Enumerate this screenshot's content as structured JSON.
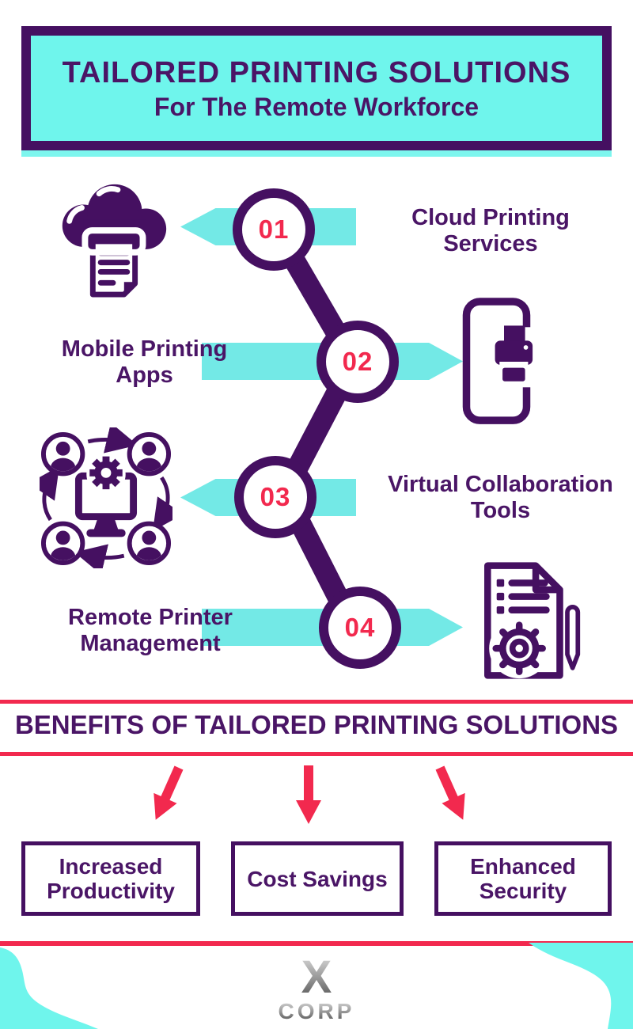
{
  "infographic": {
    "header": {
      "title": "TAILORED PRINTING SOLUTIONS",
      "subtitle": "For The Remote Workforce"
    },
    "steps": [
      {
        "number": "01",
        "label": "Cloud Printing Services",
        "icon": "cloud-printer-icon",
        "text_side": "right",
        "arrow_direction": "left"
      },
      {
        "number": "02",
        "label": "Mobile Printing Apps",
        "icon": "smartphone-printer-icon",
        "text_side": "left",
        "arrow_direction": "right"
      },
      {
        "number": "03",
        "label": "Virtual Collaboration Tools",
        "icon": "collaboration-network-icon",
        "text_side": "right",
        "arrow_direction": "left"
      },
      {
        "number": "04",
        "label": "Remote Printer Management",
        "icon": "document-gear-pencil-icon",
        "text_side": "left",
        "arrow_direction": "right"
      }
    ],
    "benefits": {
      "heading": "BENEFITS OF TAILORED PRINTING SOLUTIONS",
      "items": [
        "Increased Productivity",
        "Cost Savings",
        "Enhanced Security"
      ]
    },
    "footer": {
      "brand": "X CORP",
      "logo_x": "X",
      "logo_corp": "CORP"
    },
    "colors": {
      "purple": "#4A1566",
      "purple_dark": "#451061",
      "cyan_header": "#6FF5EC",
      "cyan_arrow": "#73E9E6",
      "red": "#F2294E",
      "logo_gray_gradient": [
        "#E2E2E2",
        "#9A9A9A",
        "#4A4A4A"
      ]
    }
  }
}
